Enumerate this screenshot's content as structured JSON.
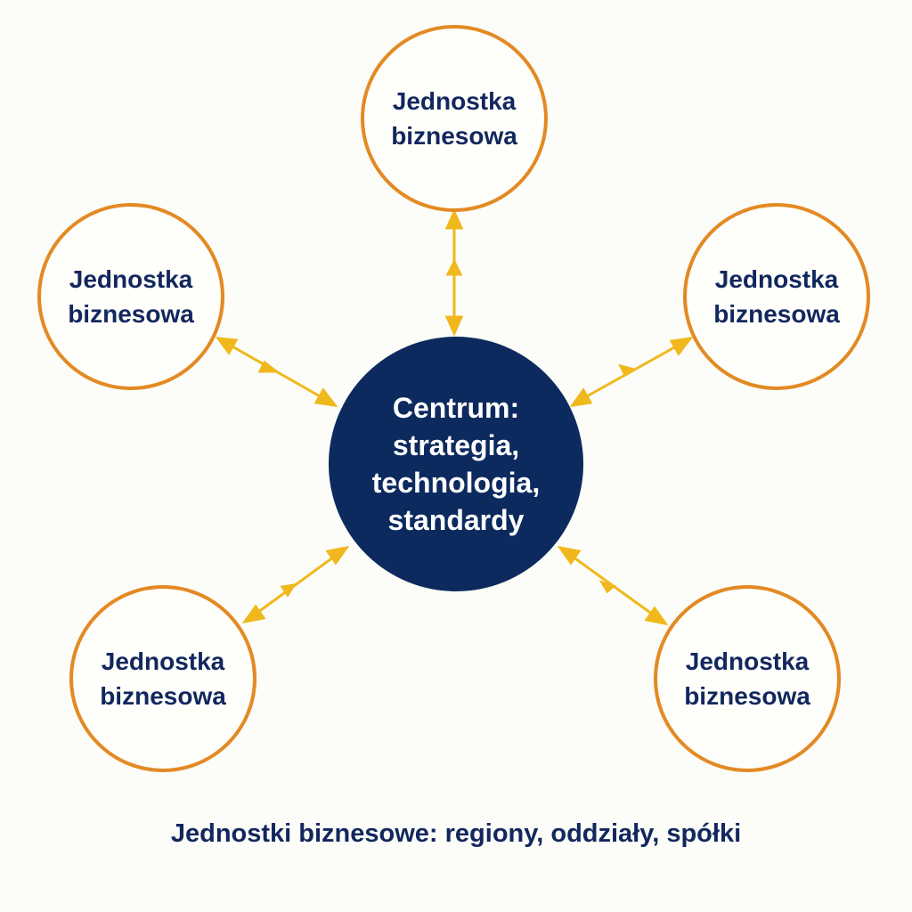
{
  "center": {
    "line1": "Centrum:",
    "line2": "strategia,",
    "line3": "technologia,",
    "line4": "standardy"
  },
  "units": [
    {
      "line1": "Jednostka",
      "line2": "biznesowa"
    },
    {
      "line1": "Jednostka",
      "line2": "biznesowa"
    },
    {
      "line1": "Jednostka",
      "line2": "biznesowa"
    },
    {
      "line1": "Jednostka",
      "line2": "biznesowa"
    },
    {
      "line1": "Jednostka",
      "line2": "biznesowa"
    }
  ],
  "caption": "Jednostki biznesowe: regiony, oddziały, spółki",
  "colors": {
    "center_fill": "#0c2a5e",
    "unit_border": "#e38a24",
    "arrow": "#f0b81c",
    "text_dark": "#12275e"
  }
}
